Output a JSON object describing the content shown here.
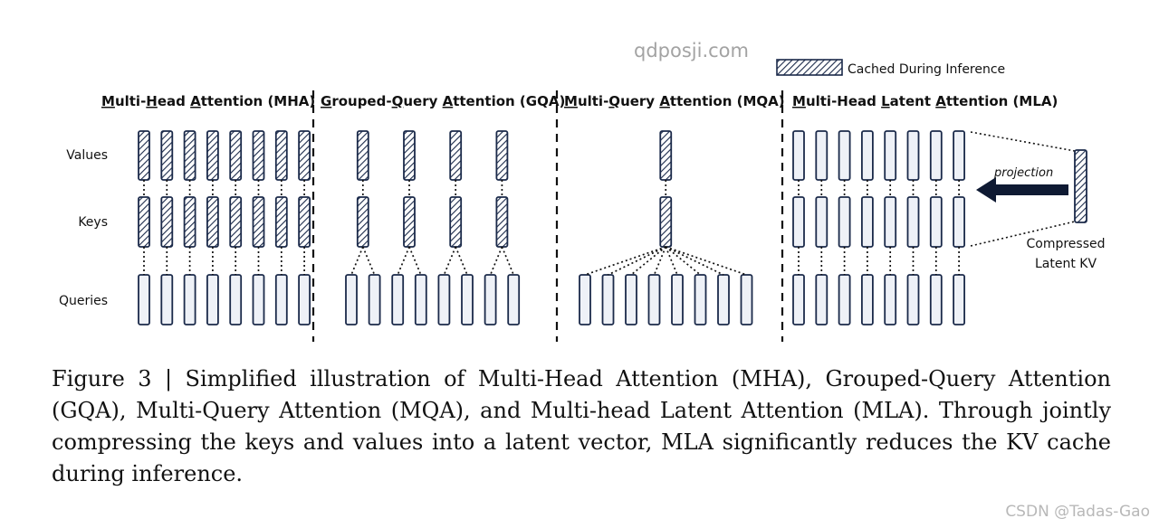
{
  "watermark_top": "qdposji.com",
  "watermark_bottom": "CSDN @Tadas-Gao",
  "legend": {
    "label": "Cached During Inference"
  },
  "row_labels": {
    "values": "Values",
    "keys": "Keys",
    "queries": "Queries"
  },
  "panels": {
    "mha": {
      "title_parts": [
        "M",
        "ulti-",
        "H",
        "ead ",
        "A",
        "ttention (MHA)"
      ],
      "heads": 8,
      "kv_heads": 8,
      "cached": [
        "keys",
        "values"
      ]
    },
    "gqa": {
      "title_parts": [
        "G",
        "rouped-",
        "Q",
        "uery ",
        "A",
        "ttention (GQA)"
      ],
      "heads": 8,
      "kv_heads": 4,
      "cached": [
        "keys",
        "values"
      ]
    },
    "mqa": {
      "title_parts": [
        "M",
        "ulti-",
        "Q",
        "uery ",
        "A",
        "ttention (MQA)"
      ],
      "heads": 8,
      "kv_heads": 1,
      "cached": [
        "keys",
        "values"
      ]
    },
    "mla": {
      "title_parts": [
        "M",
        "ulti-Head ",
        "L",
        "atent ",
        "A",
        "ttention (MLA)"
      ],
      "heads": 8,
      "kv_heads": 8,
      "cached": [
        "latent"
      ],
      "projection_label": "projection",
      "latent_label_line1": "Compressed",
      "latent_label_line2": "Latent KV"
    }
  },
  "colors": {
    "outline": "#1b2a4a",
    "fill": "#eef1f7",
    "hatch": "#1b2a4a"
  },
  "caption": "Figure 3 | Simplified illustration of Multi-Head Attention (MHA), Grouped-Query Attention (GQA), Multi-Query Attention (MQA), and Multi-head Latent Attention (MLA). Through jointly compressing the keys and values into a latent vector, MLA significantly reduces the KV cache during inference."
}
